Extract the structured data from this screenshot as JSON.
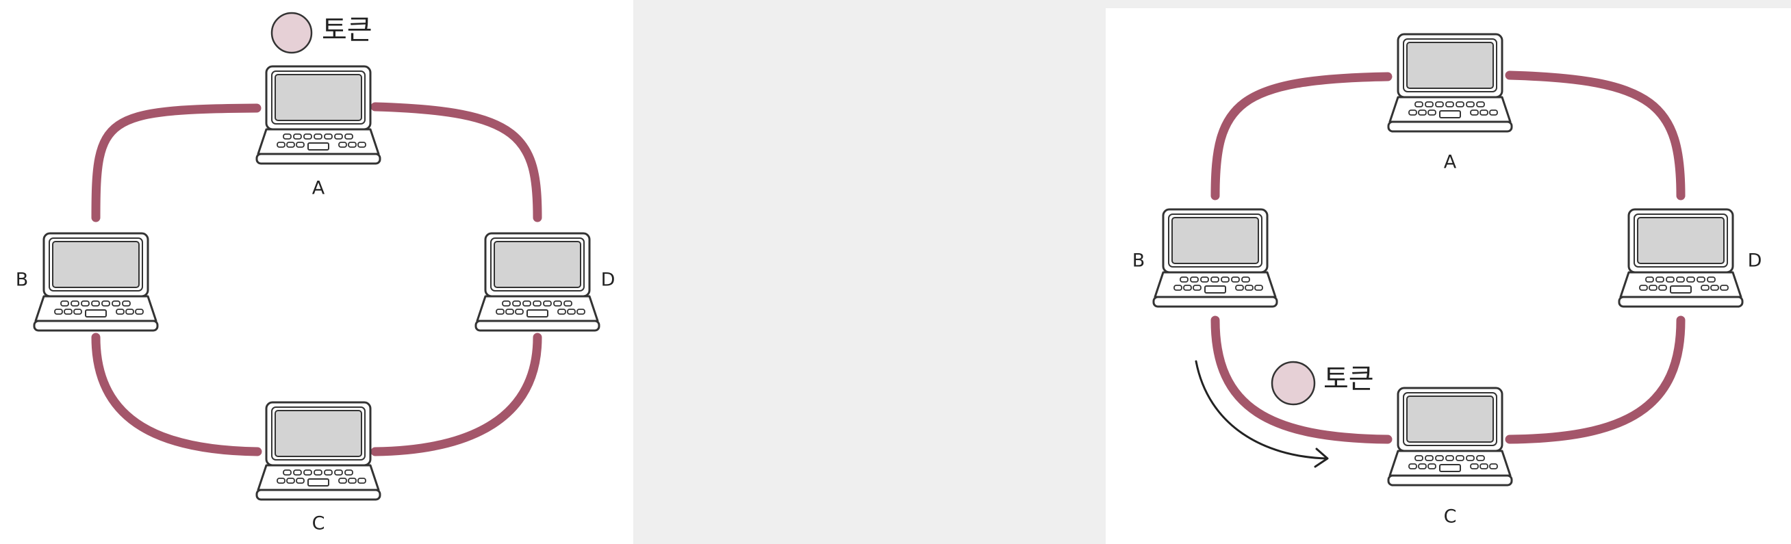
{
  "diagrams": [
    {
      "id": "left",
      "nodes": [
        {
          "id": "A",
          "label": "A"
        },
        {
          "id": "B",
          "label": "B"
        },
        {
          "id": "C",
          "label": "C"
        },
        {
          "id": "D",
          "label": "D"
        }
      ],
      "token": {
        "label": "토큰",
        "at": "A"
      }
    },
    {
      "id": "right",
      "nodes": [
        {
          "id": "A",
          "label": "A"
        },
        {
          "id": "B",
          "label": "B"
        },
        {
          "id": "C",
          "label": "C"
        },
        {
          "id": "D",
          "label": "D"
        }
      ],
      "token": {
        "label": "토큰",
        "moving_from": "B",
        "moving_to": "C"
      }
    }
  ],
  "colors": {
    "ring": "#a4566a",
    "token_fill": "#e6d0d6",
    "laptop_screen": "#d3d3d3",
    "laptop_outline": "#333333"
  }
}
